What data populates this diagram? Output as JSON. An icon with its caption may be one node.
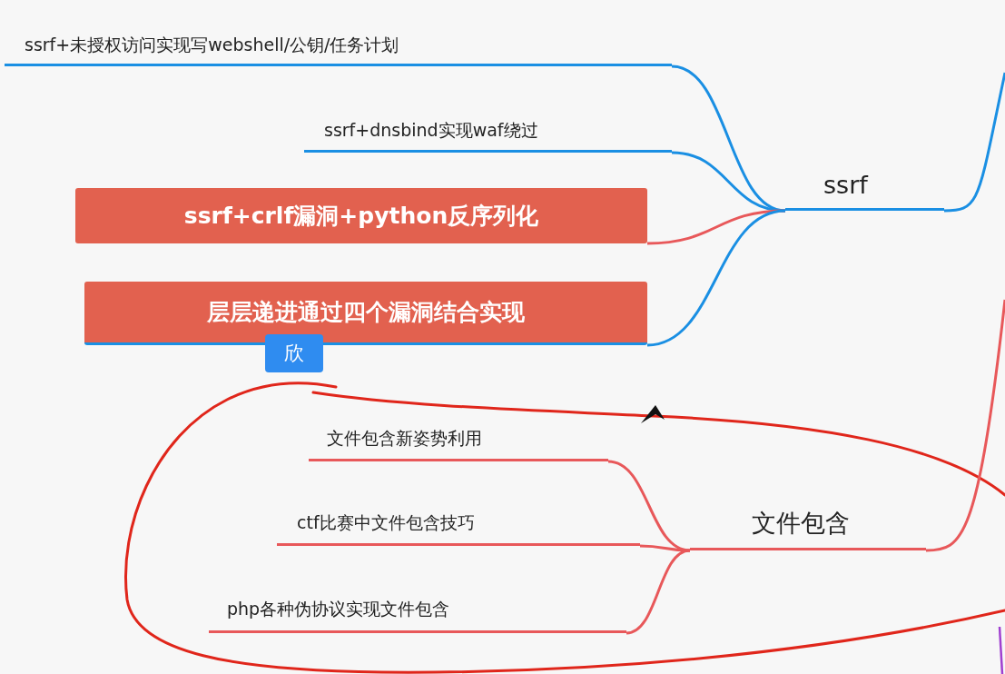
{
  "diagram": {
    "nodes": [
      {
        "text": [
          "ssrf"
        ]
      },
      {
        "text": [
          "ssrf+未授权访问实现写webshell/公钥/任务计划"
        ]
      },
      {
        "text": [
          "ssrf+dnsbind实现waf绕过"
        ]
      },
      {
        "text": [
          "ssrf+crlf漏洞+python反序列化"
        ]
      },
      {
        "text": [
          "层层递进通过四个漏洞结合实现"
        ]
      },
      {
        "text": [
          "文件包含"
        ]
      },
      {
        "text": [
          "文件包含新姿势利用"
        ]
      },
      {
        "text": [
          "ctf比赛中文件包含技巧"
        ]
      },
      {
        "text": [
          "php各种伪协议实现文件包含"
        ]
      }
    ],
    "edges": [
      {
        "from": 0,
        "to": null,
        "arrow": "none",
        "color": "#1a8fe3"
      },
      {
        "from": 1,
        "to": 0,
        "arrow": "none",
        "color": "#1a8fe3"
      },
      {
        "from": 2,
        "to": 0,
        "arrow": "none",
        "color": "#1a8fe3"
      },
      {
        "from": 3,
        "to": 0,
        "arrow": "none"
      },
      {
        "from": 4,
        "to": 0,
        "arrow": "none",
        "color": "#1a8fe3"
      },
      {
        "from": 5,
        "to": null,
        "arrow": "none"
      },
      {
        "from": 6,
        "to": 5,
        "arrow": "none"
      },
      {
        "from": 7,
        "to": 5,
        "arrow": "none"
      },
      {
        "from": 8,
        "to": 5,
        "arrow": "none"
      }
    ],
    "labels": [
      "欣"
    ]
  }
}
